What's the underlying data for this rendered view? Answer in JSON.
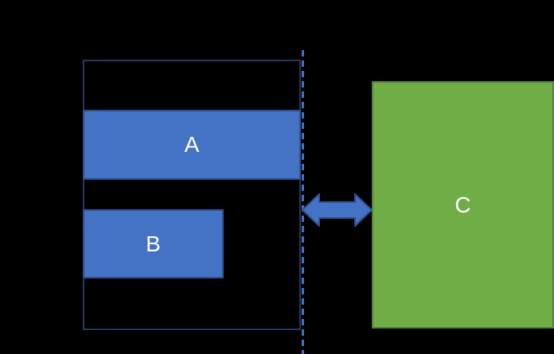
{
  "colors": {
    "bg": "#000000",
    "shape_blue": "#4472C4",
    "shape_blue_border": "#2F528F",
    "outline_navy": "#24395E",
    "shape_green": "#70AD47",
    "shape_green_border": "#538135",
    "label_color": "#FFFFFF"
  },
  "shapes": {
    "bar_a": {
      "label": "A"
    },
    "bar_b": {
      "label": "B"
    },
    "box_c": {
      "label": "C"
    },
    "dashed_line": {
      "style": "dashed-vertical"
    },
    "double_arrow": {
      "direction": "left-right"
    }
  }
}
